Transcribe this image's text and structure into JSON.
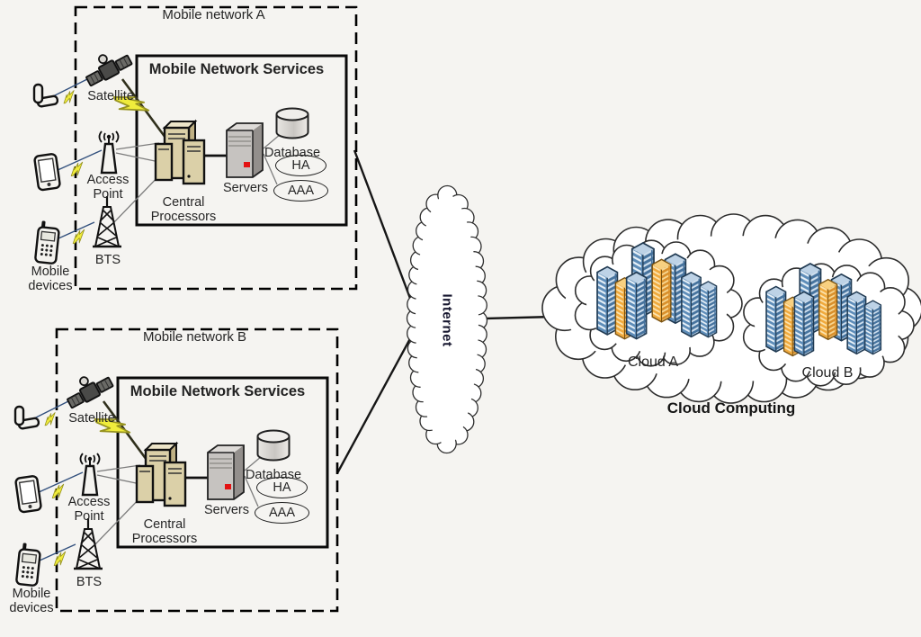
{
  "page": {
    "background": "#f5f4f1"
  },
  "networks": [
    {
      "title": "Mobile network A",
      "services_title": "Mobile Network Services",
      "satellite": "Satellite",
      "access_point": "Access Point",
      "bts": "BTS",
      "mobile_devices": "Mobile devices",
      "central_processors": "Central Processors",
      "servers": "Servers",
      "database": "Database",
      "ha": "HA",
      "aaa": "AAA"
    },
    {
      "title": "Mobile network B",
      "services_title": "Mobile Network Services",
      "satellite": "Satellite",
      "access_point": "Access Point",
      "bts": "BTS",
      "mobile_devices": "Mobile devices",
      "central_processors": "Central Processors",
      "servers": "Servers",
      "database": "Database",
      "ha": "HA",
      "aaa": "AAA"
    }
  ],
  "internet": {
    "label": "Internet"
  },
  "cloud_computing": {
    "title": "Cloud Computing",
    "cloud_a_label": "Cloud A",
    "cloud_b_label": "Cloud B"
  },
  "icons": [
    "satellite-icon",
    "access-point-icon",
    "bts-tower-icon",
    "flip-phone-icon",
    "pda-icon",
    "cell-phone-icon",
    "lightning-bolt-icon",
    "central-processors-icon",
    "server-icon",
    "database-icon",
    "internet-cloud",
    "cloud-shape",
    "buildings-cluster-icon"
  ],
  "colors": {
    "background": "#f5f4f1",
    "outline": "#1a1a1a",
    "bolt_yellow": "#f0ec3c",
    "connection_blue": "#33517e",
    "building_blue": "#5d8cb8",
    "building_yellow": "#f0a93c",
    "server_led_red": "#e31212"
  }
}
